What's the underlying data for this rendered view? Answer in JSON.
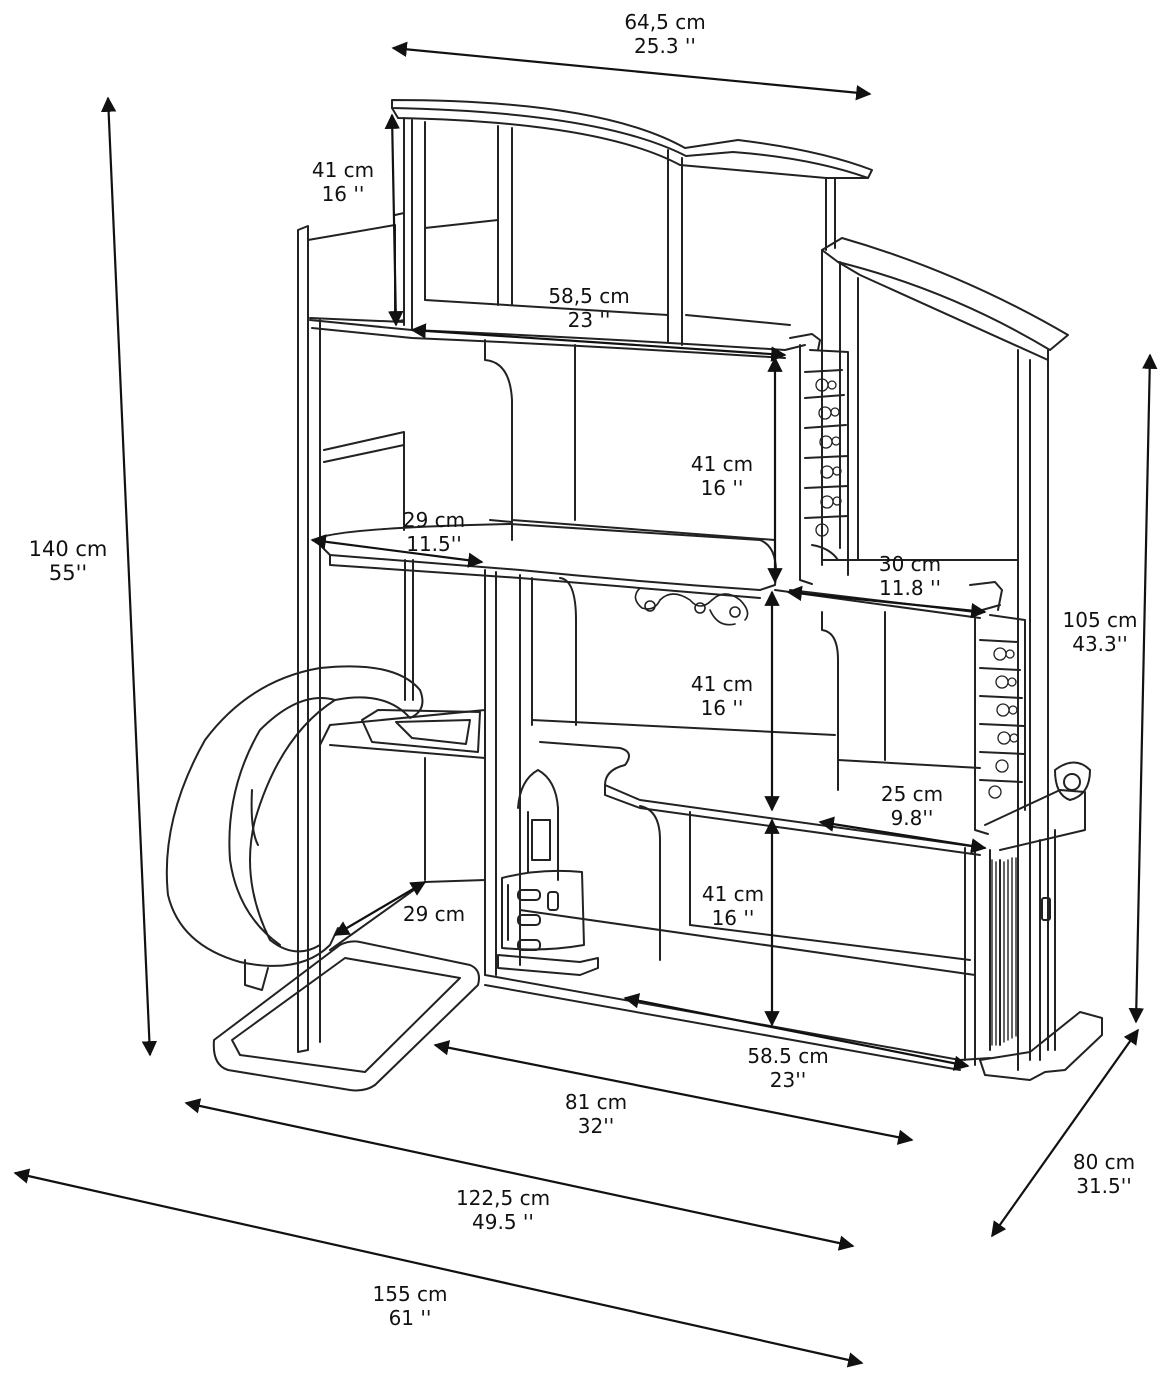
{
  "dimensions": {
    "top_width": {
      "metric": "64,5 cm",
      "imperial": "25.3 ''"
    },
    "top_height": {
      "metric": "41 cm",
      "imperial": "16 ''"
    },
    "top_floor_width": {
      "metric": "58,5 cm",
      "imperial": "23 ''"
    },
    "level2_height": {
      "metric": "41 cm",
      "imperial": "16 ''"
    },
    "level2_depth": {
      "metric": "29 cm",
      "imperial": "11.5''"
    },
    "right_room_width": {
      "metric": "30 cm",
      "imperial": "11.8 ''"
    },
    "right_height": {
      "metric": "105 cm",
      "imperial": "43.3''"
    },
    "level1_height": {
      "metric": "41 cm",
      "imperial": "16 ''"
    },
    "right_lower_width": {
      "metric": "25 cm",
      "imperial": "9.8''"
    },
    "ground_height": {
      "metric": "41 cm",
      "imperial": "16 ''"
    },
    "slide_depth": {
      "metric": "29 cm"
    },
    "ground_width": {
      "metric": "58.5 cm",
      "imperial": "23''"
    },
    "base_width": {
      "metric": "81 cm",
      "imperial": "32''"
    },
    "total_height": {
      "metric": "140 cm",
      "imperial": "55''"
    },
    "overall_width": {
      "metric": "122,5 cm",
      "imperial": "49.5 ''"
    },
    "total_length": {
      "metric": "155 cm",
      "imperial": "61 ''"
    },
    "depth": {
      "metric": "80 cm",
      "imperial": "31.5''"
    }
  }
}
